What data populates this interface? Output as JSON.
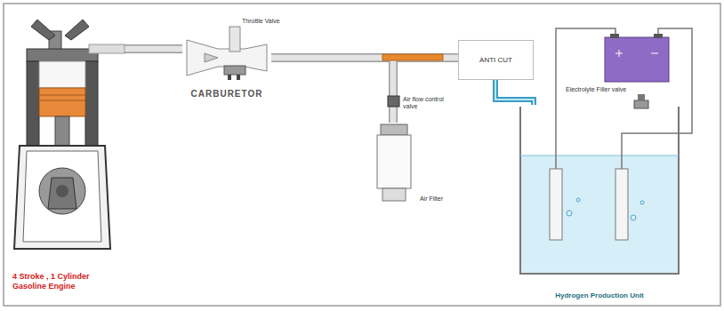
{
  "diagram": {
    "nodes": [
      {
        "text": [
          "4 Stroke , 1 Cylinder",
          "Gasoline Engine"
        ]
      },
      {
        "text": [
          "CARBURETOR"
        ]
      },
      {
        "text": [
          "Air Filter"
        ]
      },
      {
        "text": [
          "ANTI CUT"
        ]
      },
      {
        "text": [
          "Hydrogen Production Unit"
        ]
      }
    ],
    "edges": [
      {
        "from": 0,
        "to": 1,
        "arrow": "none"
      },
      {
        "from": 1,
        "to": 3,
        "arrow": "none"
      },
      {
        "from": 2,
        "to": 1,
        "arrow": "none"
      },
      {
        "from": 4,
        "to": 3,
        "arrow": "none"
      }
    ],
    "labels": [
      "Throttle Valve",
      "Air flow control valve",
      "Electrolyte Filler valve"
    ]
  }
}
